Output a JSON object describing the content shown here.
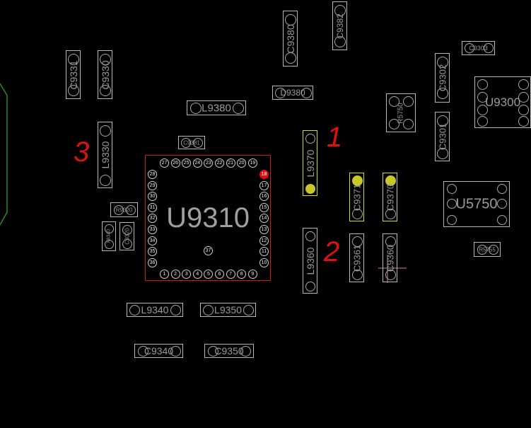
{
  "board": {
    "main_ic": {
      "label": "U9310",
      "center_pin": "37",
      "pins_top": [
        "27",
        "26",
        "25",
        "24",
        "23",
        "22",
        "21",
        "20",
        "19"
      ],
      "pins_left": [
        "28",
        "29",
        "30",
        "31",
        "32",
        "33",
        "34",
        "35",
        "36"
      ],
      "pins_bottom": [
        "1",
        "2",
        "3",
        "4",
        "5",
        "6",
        "7",
        "8",
        "9"
      ],
      "pins_right": [
        "18",
        "17",
        "16",
        "15",
        "14",
        "13",
        "12",
        "11",
        "10"
      ],
      "highlighted_pin": "18"
    },
    "components": {
      "C9331": "C9331",
      "C9330": "C9330",
      "C9380": "C9380",
      "C9382": "C9382",
      "C9303": "C9303",
      "C9302": "C9302",
      "U9300": "U9300",
      "D9380": "D9380",
      "L9380": "L9380",
      "R5750": "R5750",
      "C9301": "C9301",
      "L9330": "L9330",
      "C9381": "C9381",
      "L9370": "L9370",
      "C9371": "C9371",
      "C9370": "C9370",
      "U5750": "U5750",
      "R9320": "R9320",
      "X9340": "X9340",
      "C9320": "C9320",
      "L9360": "L9360",
      "C9361": "C9361",
      "C9360": "C9360",
      "R5755": "R5755",
      "L9340": "L9340",
      "L9350": "L9350",
      "C9340": "C9340",
      "C9350": "C9350"
    },
    "annotations": [
      "1",
      "2",
      "3"
    ],
    "colors": {
      "highlight": "#d6d63a",
      "pin_hot": "#e01010",
      "outline": "#b8b8b8",
      "board_edge": "#2a8a2a"
    }
  }
}
